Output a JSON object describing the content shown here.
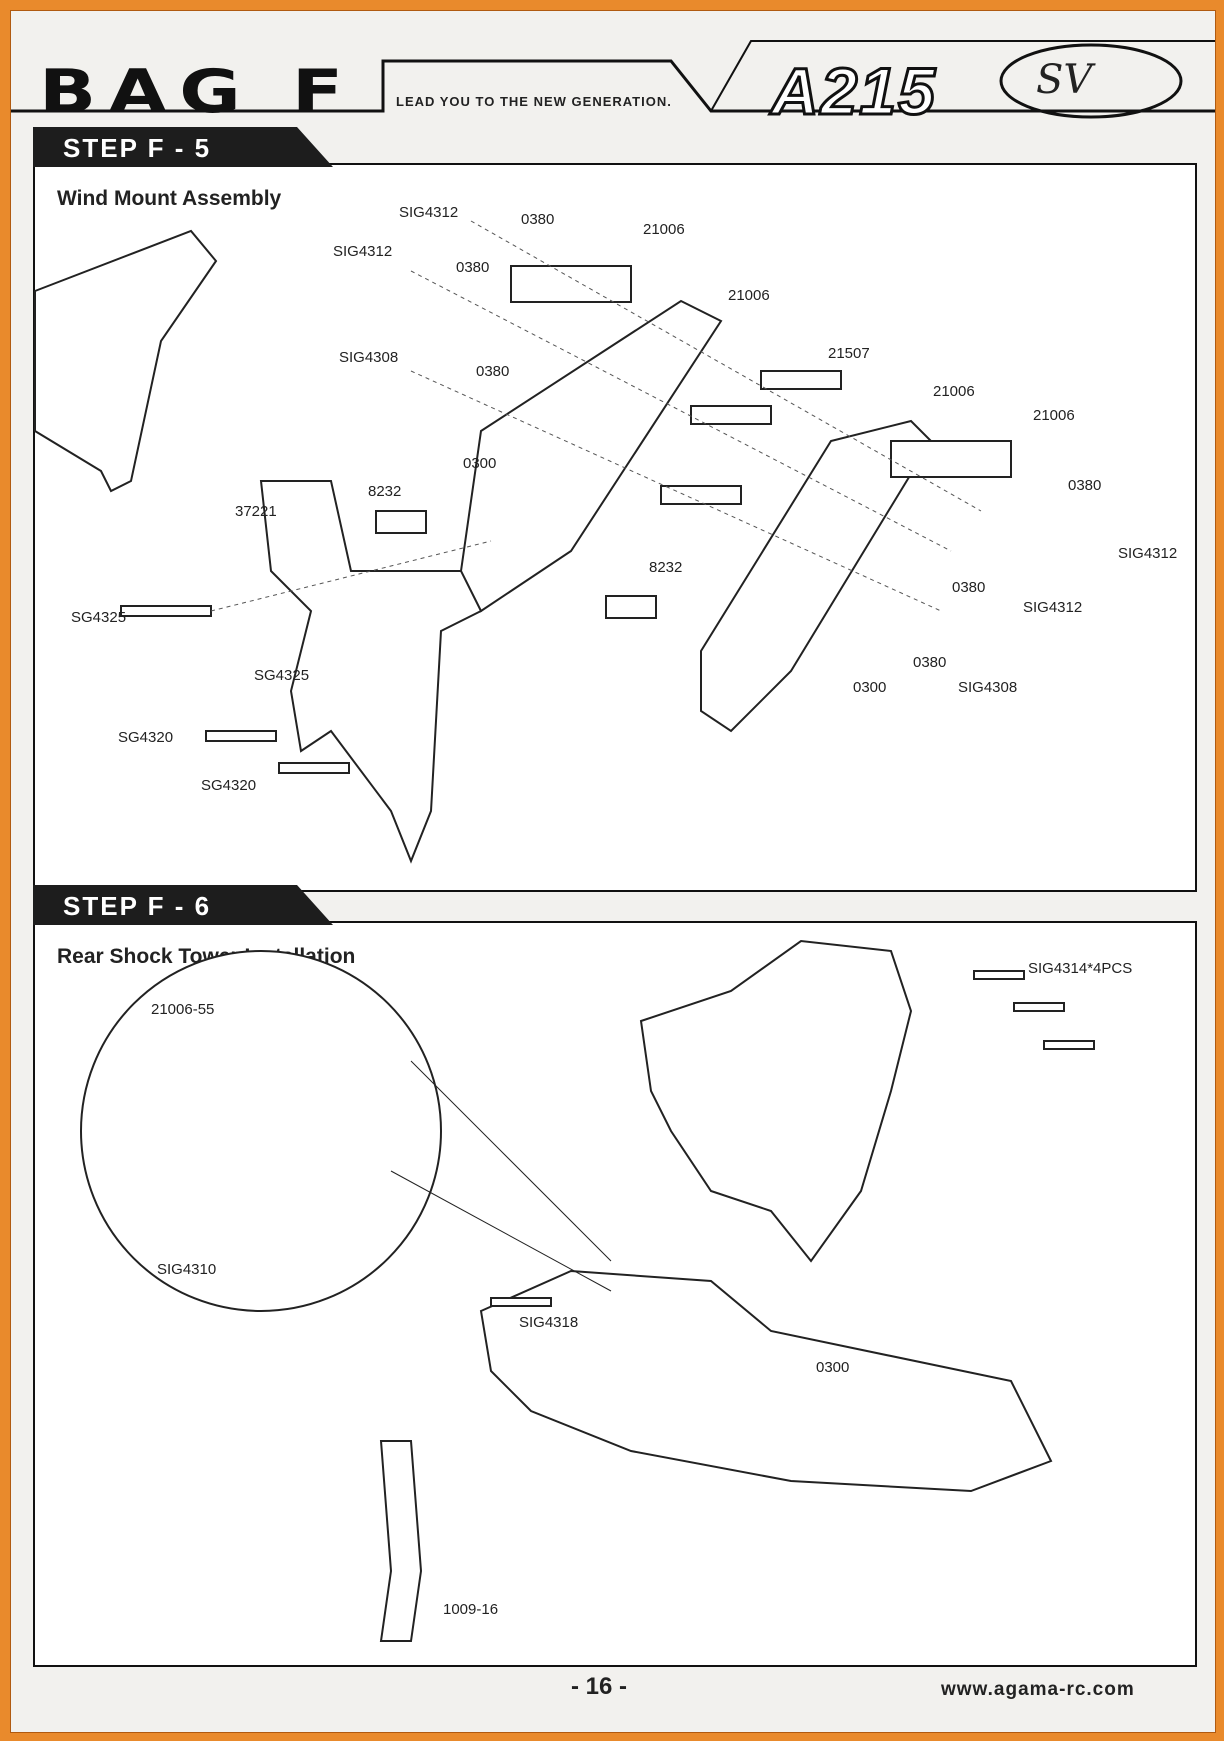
{
  "header": {
    "bag_title": "BAG F",
    "slogan": "LEAD YOU TO THE NEW GENERATION.",
    "model": "A215",
    "model_suffix": "SV"
  },
  "step1": {
    "label": "STEP F - 5",
    "title": "Wind Mount Assembly",
    "parts": [
      "SIG4312",
      "0380",
      "21006",
      "SIG4312",
      "0380",
      "21006",
      "SIG4308",
      "0380",
      "21507",
      "21006",
      "21006",
      "0300",
      "8232",
      "37221",
      "0380",
      "SIG4312",
      "0380",
      "SIG4312",
      "8232",
      "SG4325",
      "SG4325",
      "0380",
      "SIG4308",
      "0300",
      "SG4320",
      "SG4320"
    ]
  },
  "step2": {
    "label": "STEP F - 6",
    "title": "Rear Shock Tower Installation",
    "parts": [
      "21006-55",
      "SIG4314*4PCS",
      "SIG4310",
      "SIG4318",
      "0300",
      "1009-16"
    ]
  },
  "footer": {
    "page_number": "- 16 -",
    "url": "www.agama-rc.com"
  }
}
